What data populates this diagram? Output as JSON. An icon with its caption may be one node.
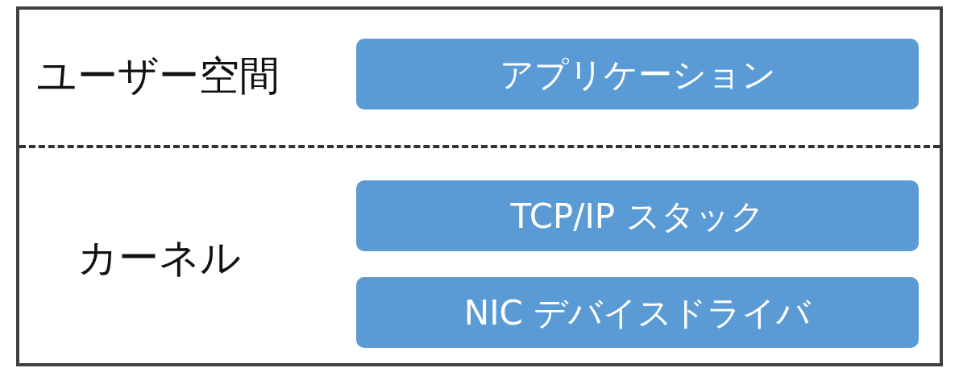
{
  "diagram": {
    "nodes": [
      {
        "text": [
          "ユーザー空間"
        ]
      },
      {
        "text": [
          "アプリケーション"
        ],
        "in": 0
      },
      {
        "text": [
          "カーネル"
        ]
      },
      {
        "text": [
          "TCP/IP スタック"
        ],
        "in": 2
      },
      {
        "text": [
          "NIC デバイスドライバ"
        ],
        "in": 2
      }
    ]
  }
}
